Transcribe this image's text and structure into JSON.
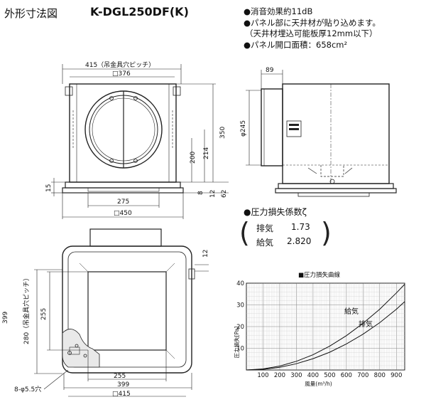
{
  "header": {
    "title": "外形寸法図",
    "model": "K-DGL250DF(K)"
  },
  "notes": [
    "●消音効果約11dB",
    "●パネル部に天井材が貼り込めます。",
    "（天井材埋込可能板厚12mm以下）",
    "●パネル開口面積：658cm²"
  ],
  "dimensions": {
    "top_pitch": "415（吊金具穴ピッチ）",
    "d376": "□376",
    "d350": "350",
    "d214": "214",
    "d200": "200",
    "d62": "62",
    "d12a": "12",
    "d8": "8",
    "d15": "15",
    "d275": "275",
    "d450": "□450",
    "side_89": "89",
    "side_245": "φ245",
    "d12b": "12",
    "d399a": "399",
    "d280": "280（吊金具穴ピッチ）",
    "d255a": "255",
    "d255b": "255",
    "d399b": "399",
    "d415": "□415",
    "holes": "8-φ5.5穴"
  },
  "pressure_loss": {
    "title": "●圧力損失係数ζ",
    "rows": [
      {
        "label": "排気",
        "value": "1.73"
      },
      {
        "label": "給気",
        "value": "2.820"
      }
    ]
  },
  "chart_data": {
    "type": "line",
    "title": "■圧力損失曲線",
    "xlabel": "風量(m³/h)",
    "ylabel": "圧力損失[Pa]",
    "xlim": [
      0,
      950
    ],
    "ylim": [
      0,
      40
    ],
    "xticks": [
      100,
      200,
      300,
      400,
      500,
      600,
      700,
      800,
      900
    ],
    "yticks": [
      10,
      20,
      30,
      40
    ],
    "grid": true,
    "series": [
      {
        "name": "給気",
        "x": [
          0,
          100,
          200,
          300,
          400,
          500,
          600,
          700,
          800,
          900,
          950
        ],
        "y": [
          0,
          0.5,
          1.8,
          4.0,
          7.0,
          11.0,
          15.8,
          21.5,
          28.0,
          35.5,
          39.5
        ]
      },
      {
        "name": "排気",
        "x": [
          0,
          100,
          200,
          300,
          400,
          500,
          600,
          700,
          800,
          900,
          950
        ],
        "y": [
          0,
          0.3,
          1.2,
          2.9,
          5.2,
          8.2,
          12.0,
          16.5,
          21.8,
          28.0,
          31.5
        ]
      }
    ]
  }
}
